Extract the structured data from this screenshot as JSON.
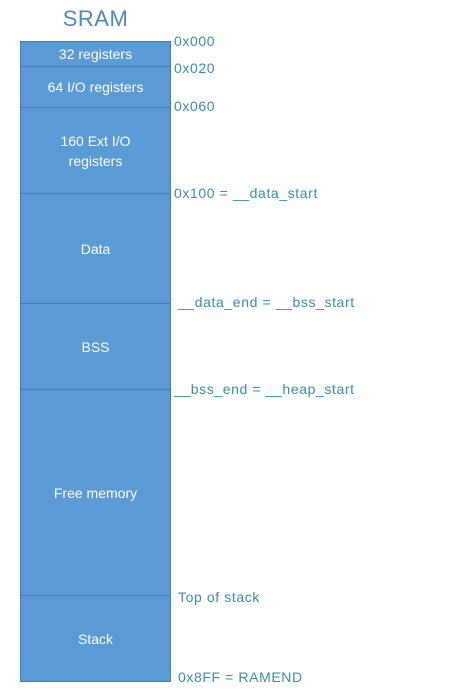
{
  "title": "SRAM",
  "blocks": [
    {
      "label": "32 registers"
    },
    {
      "label": "64 I/O registers"
    },
    {
      "label": "160 Ext I/O registers"
    },
    {
      "label": "Data"
    },
    {
      "label": "BSS"
    },
    {
      "label": "Free memory"
    },
    {
      "label": "Stack"
    }
  ],
  "addresses": [
    {
      "text": "0x000"
    },
    {
      "text": "0x020"
    },
    {
      "text": "0x060"
    },
    {
      "text": "0x100 = __data_start"
    },
    {
      "text": "__data_end =  __bss_start"
    },
    {
      "text": "__bss_end = __heap_start"
    },
    {
      "text": "Top of stack"
    },
    {
      "text": "0x8FF = RAMEND"
    }
  ],
  "colors": {
    "block_fill": "#5b9bd5",
    "block_border": "#3f7fb8",
    "block_text": "#ffffff",
    "title": "#4f86c0",
    "address_text": "#3a8fa1"
  }
}
